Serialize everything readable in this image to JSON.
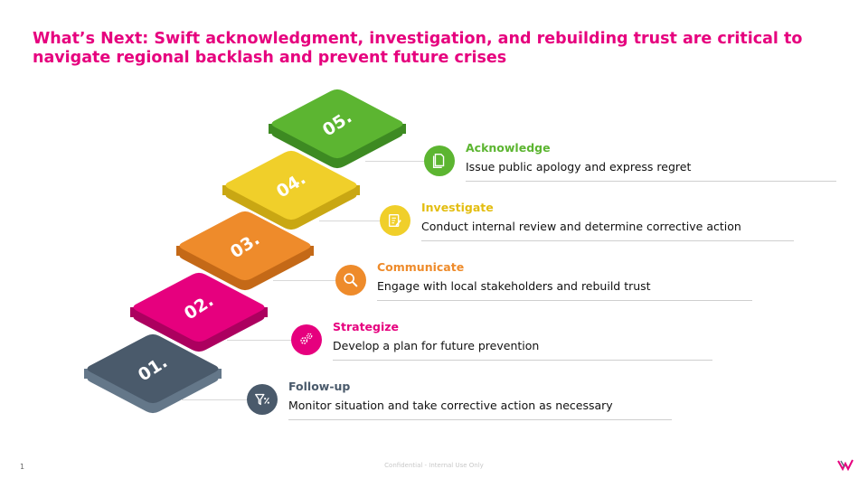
{
  "title": "What’s Next: Swift acknowledgment, investigation, and rebuilding trust are critical to navigate regional backlash and prevent future crises",
  "steps": [
    {
      "number": "05.",
      "color_top": "#5cb531",
      "color_side": "#3d8a22",
      "title": "Acknowledge",
      "description": "Issue public apology and express regret",
      "icon": "document-icon"
    },
    {
      "number": "04.",
      "color_top": "#f0cf2a",
      "color_side": "#c9a713",
      "title": "Investigate",
      "description": "Conduct internal review and determine corrective action",
      "icon": "clipboard-pen-icon"
    },
    {
      "number": "03.",
      "color_top": "#ee8b2b",
      "color_side": "#c46917",
      "title": "Communicate",
      "description": "Engage with local stakeholders and rebuild trust",
      "icon": "magnifier-icon"
    },
    {
      "number": "02.",
      "color_top": "#e6007e",
      "color_side": "#ac005f",
      "title": "Strategize",
      "description": "Develop a plan for future prevention",
      "icon": "gears-icon"
    },
    {
      "number": "01.",
      "color_top": "#4a5a6b",
      "color_side": "#647789",
      "title": "Follow-up",
      "description": "Monitor situation and take corrective action as necessary",
      "icon": "funnel-percent-icon"
    }
  ],
  "footer": {
    "page_number": "1",
    "confidential": "Confidential - Internal Use Only"
  }
}
